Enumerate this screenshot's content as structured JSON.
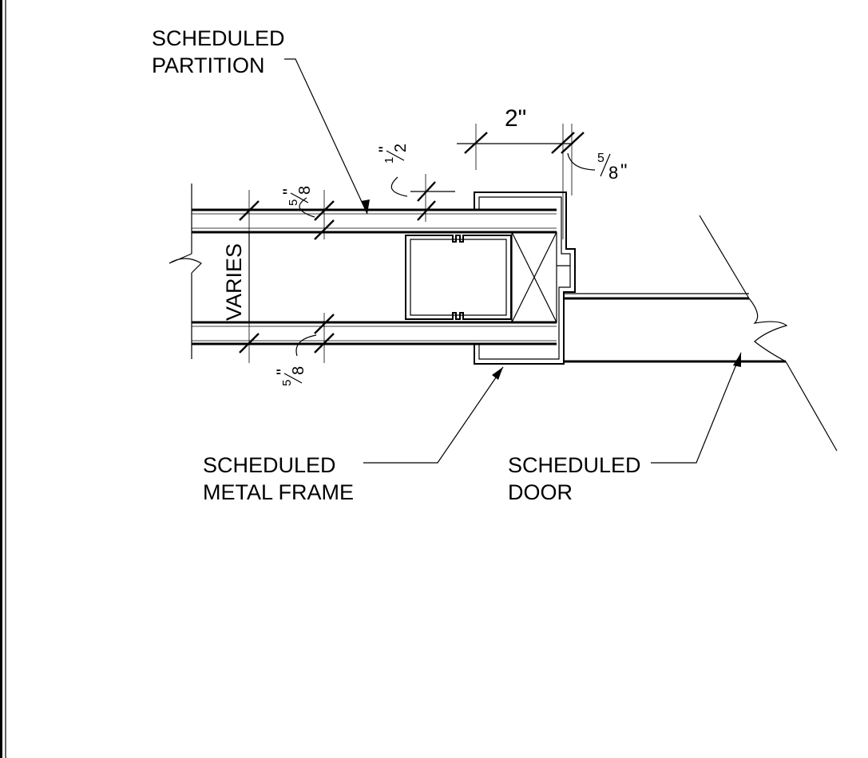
{
  "labels": {
    "partition_line1": "SCHEDULED",
    "partition_line2": "PARTITION",
    "frame_line1": "SCHEDULED",
    "frame_line2": "METAL FRAME",
    "door_line1": "SCHEDULED",
    "door_line2": "DOOR"
  },
  "dimensions": {
    "overall_width": "2\"",
    "frame_return_num": "5",
    "frame_return_den": "8",
    "frame_return_inch": "\"",
    "shim_num": "1",
    "shim_den": "2",
    "shim_inch": "\"",
    "gwb_top_num": "5",
    "gwb_top_den": "8",
    "gwb_top_inch": "\"",
    "gwb_bottom_num": "5",
    "gwb_bottom_den": "8",
    "gwb_bottom_inch": "\"",
    "stud_depth": "VARIES"
  }
}
